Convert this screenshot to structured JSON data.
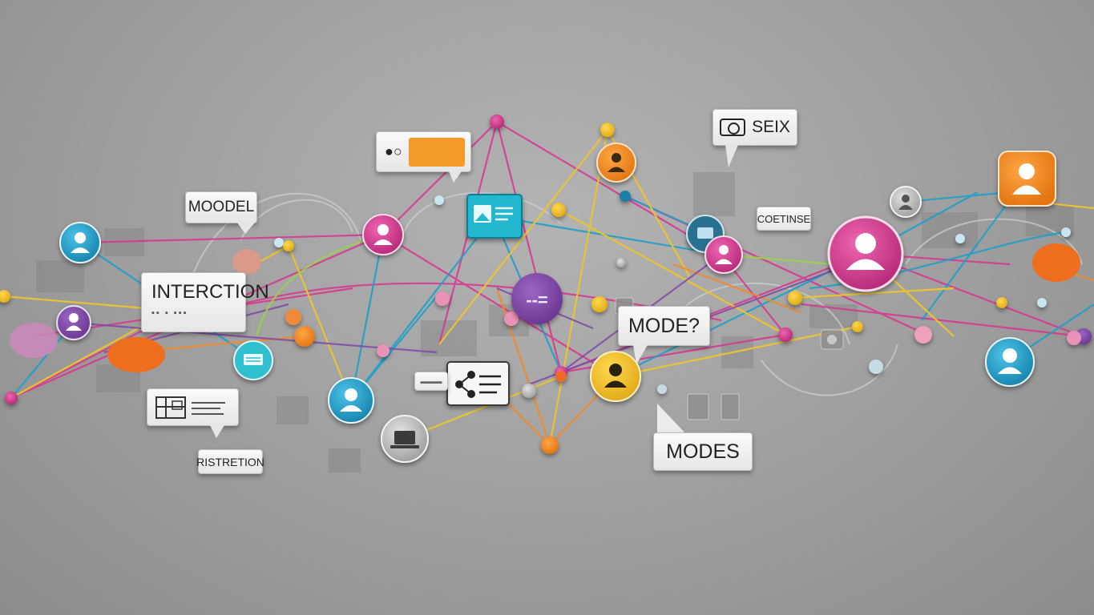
{
  "labels": {
    "moodel": "MOODEL",
    "interction": "INTERCTION",
    "restrition": "RISTRETION",
    "seix": "SEIX",
    "coetinse": "COETINSE",
    "mode_q": "MODE?",
    "modes": "MODES",
    "bar_text": "--=",
    "small_chat": "•• ~~~~~~"
  },
  "colors": {
    "background": "#a6a6a6",
    "magenta": "#d63a8f",
    "cyan": "#1f9fc9",
    "yellow": "#f2c230",
    "orange": "#f18a1e",
    "purple": "#7f49a8",
    "teal": "#29b8c9",
    "gray": "#9a9a9a"
  },
  "icons": [
    "user-icon",
    "laptop-icon",
    "keyboard-icon",
    "camera-icon",
    "chart-icon",
    "image-card-icon",
    "chat-bubble-icon",
    "diagram-icon"
  ]
}
